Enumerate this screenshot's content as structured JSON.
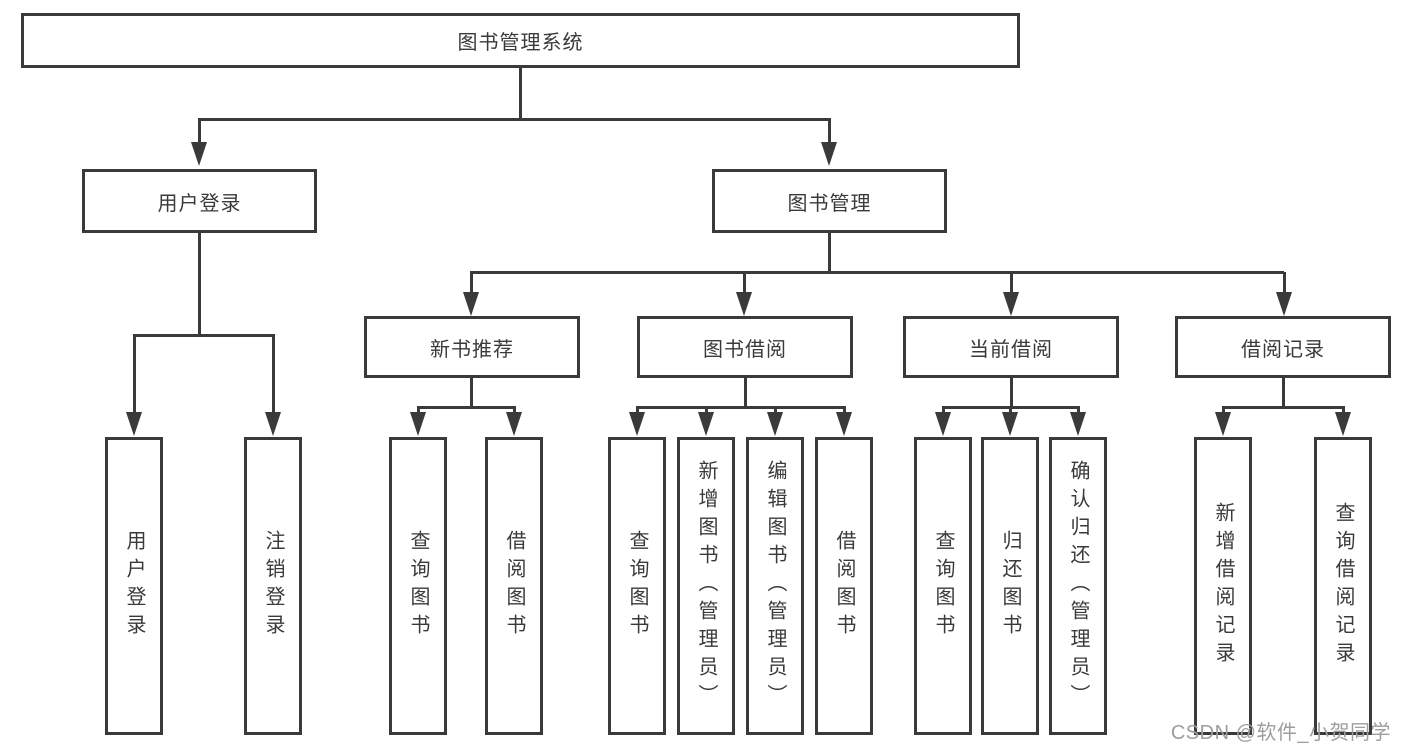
{
  "colors": {
    "line": "#3a3a3a",
    "box_background": "#ffffff",
    "watermark": "#9e9e9e"
  },
  "watermark": {
    "text": "CSDN @软件_小贺同学"
  },
  "tree": {
    "label": "图书管理系统",
    "children": [
      {
        "label": "用户登录",
        "children": [
          {
            "label": "用户登录"
          },
          {
            "label": "注销登录"
          }
        ]
      },
      {
        "label": "图书管理",
        "children": [
          {
            "label": "新书推荐",
            "children": [
              {
                "label": "查询图书"
              },
              {
                "label": "借阅图书"
              }
            ]
          },
          {
            "label": "图书借阅",
            "children": [
              {
                "label": "查询图书"
              },
              {
                "label": "新增图书（管理员）"
              },
              {
                "label": "编辑图书（管理员）"
              },
              {
                "label": "借阅图书"
              }
            ]
          },
          {
            "label": "当前借阅",
            "children": [
              {
                "label": "查询图书"
              },
              {
                "label": "归还图书"
              },
              {
                "label": "确认归还（管理员）"
              }
            ]
          },
          {
            "label": "借阅记录",
            "children": [
              {
                "label": "新增借阅记录"
              },
              {
                "label": "查询借阅记录"
              }
            ]
          }
        ]
      }
    ]
  }
}
